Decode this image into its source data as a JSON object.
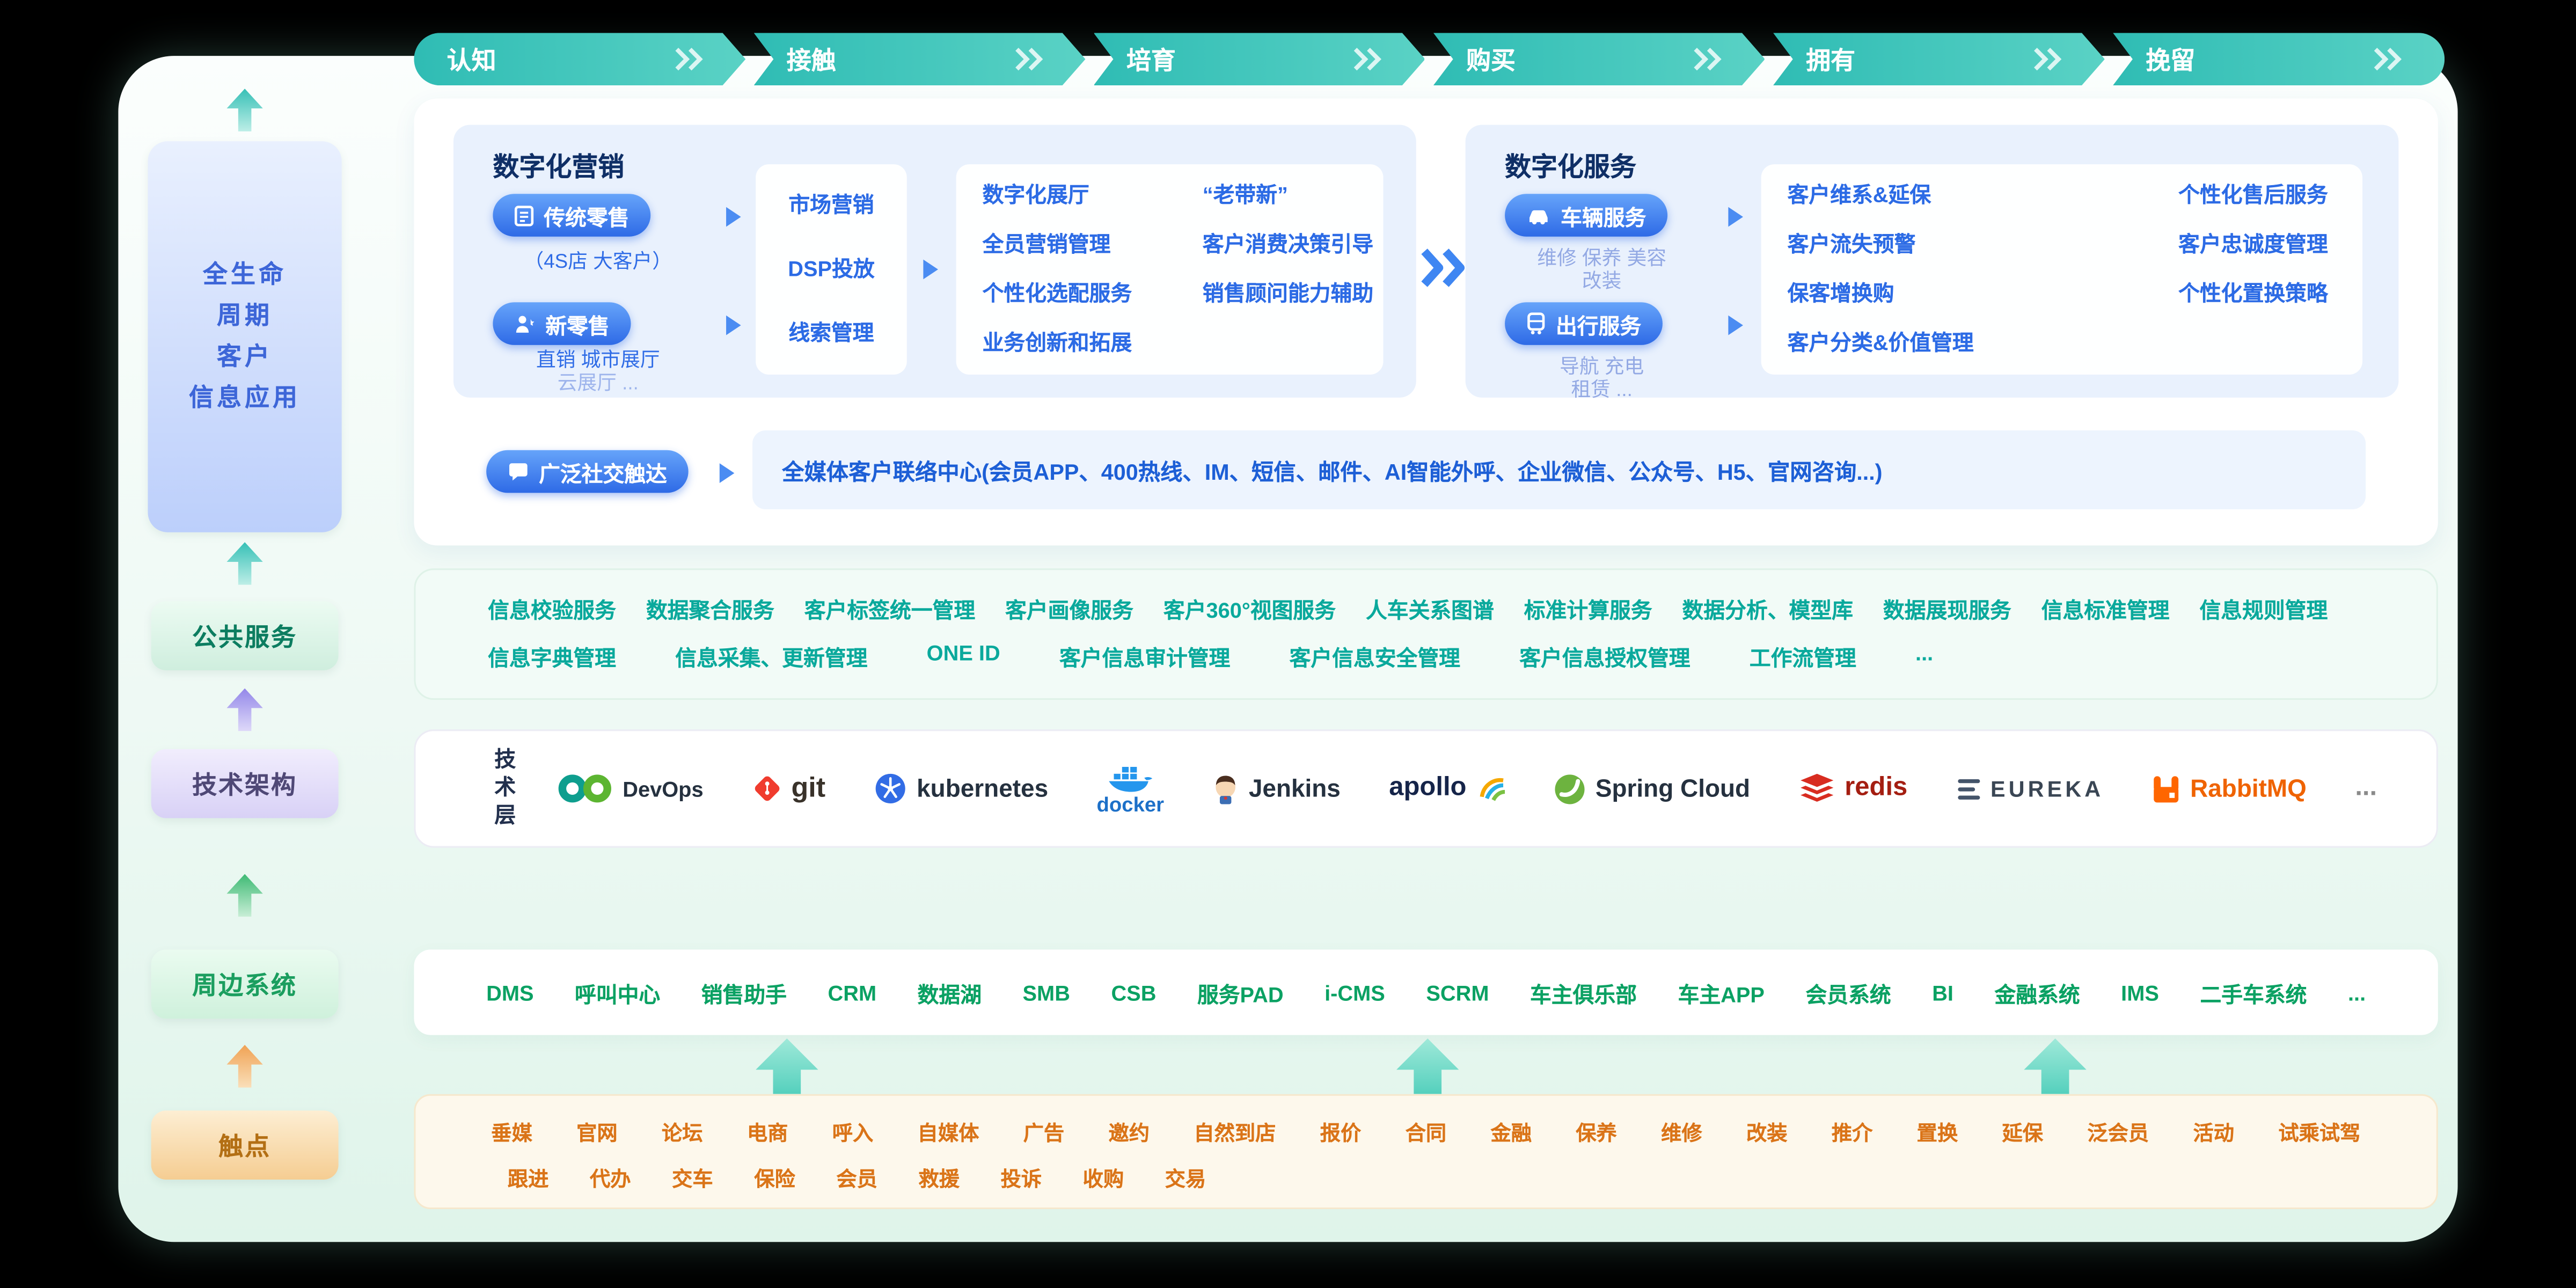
{
  "journey": {
    "stages": [
      "认知",
      "接触",
      "培育",
      "购买",
      "拥有",
      "挽留"
    ]
  },
  "sidebar": {
    "lifecycle_lines": [
      "全生命",
      "周期",
      "客户",
      "信息应用"
    ],
    "public_services": "公共服务",
    "tech_architecture": "技术架构",
    "peripheral_systems": "周边系统",
    "touchpoints": "触点"
  },
  "marketing": {
    "title": "数字化营销",
    "traditional_retail": "传统零售",
    "traditional_retail_sub": "（4S店 大客户）",
    "new_retail": "新零售",
    "new_retail_sub1": "直销 城市展厅",
    "new_retail_sub2": "云展厅 ...",
    "funnel_box": [
      "市场营销",
      "DSP投放",
      "线索管理"
    ],
    "capability_col1": [
      "数字化展厅",
      "全员营销管理",
      "个性化选配服务",
      "业务创新和拓展"
    ],
    "capability_col2": [
      "“老带新”",
      "客户消费决策引导",
      "销售顾问能力辅助"
    ]
  },
  "services": {
    "title": "数字化服务",
    "vehicle_service": "车辆服务",
    "vehicle_sub1": "维修 保养 美容",
    "vehicle_sub2": "改装",
    "travel_service": "出行服务",
    "travel_sub1": "导航 充电",
    "travel_sub2": "租赁 ...",
    "capability_col1": [
      "客户维系&延保",
      "客户流失预警",
      "保客增换购",
      "客户分类&价值管理"
    ],
    "capability_col2": [
      "个性化售后服务",
      "客户忠诚度管理",
      "个性化置换策略"
    ]
  },
  "social": {
    "pill": "广泛社交触达",
    "center_text": "全媒体客户联络中心(会员APP、400热线、IM、短信、邮件、AI智能外呼、企业微信、公众号、H5、官网咨询...)"
  },
  "public_service_items": {
    "row1": [
      "信息校验服务",
      "数据聚合服务",
      "客户标签统一管理",
      "客户画像服务",
      "客户360°视图服务",
      "人车关系图谱",
      "标准计算服务",
      "数据分析、模型库",
      "数据展现服务",
      "信息标准管理",
      "信息规则管理"
    ],
    "row2": [
      "信息字典管理",
      "信息采集、更新管理",
      "ONE ID",
      "客户信息审计管理",
      "客户信息安全管理",
      "客户信息授权管理",
      "工作流管理",
      "..."
    ]
  },
  "tech_layer": {
    "label": "技术层",
    "items": [
      "DevOps",
      "git",
      "kubernetes",
      "docker",
      "Jenkins",
      "apollo",
      "Spring Cloud",
      "redis",
      "EUREKA",
      "RabbitMQ",
      "..."
    ]
  },
  "peripheral": {
    "items": [
      "DMS",
      "呼叫中心",
      "销售助手",
      "CRM",
      "数据湖",
      "SMB",
      "CSB",
      "服务PAD",
      "i-CMS",
      "SCRM",
      "车主俱乐部",
      "车主APP",
      "会员系统",
      "BI",
      "金融系统",
      "IMS",
      "二手车系统",
      "..."
    ]
  },
  "touchpoint_items": {
    "row1": [
      "垂媒",
      "官网",
      "论坛",
      "电商",
      "呼入",
      "自媒体",
      "广告",
      "邀约",
      "自然到店",
      "报价",
      "合同",
      "金融",
      "保养",
      "维修",
      "改装",
      "推介",
      "置换",
      "延保",
      "泛会员",
      "活动",
      "试乘试驾"
    ],
    "row2": [
      "跟进",
      "代办",
      "交车",
      "保险",
      "会员",
      "救援",
      "投诉",
      "收购",
      "交易"
    ]
  },
  "colors": {
    "journey_teal": "#35bfb6",
    "pill_blue": "#2e6ae6",
    "blue_text": "#2c6be5",
    "teal_text": "#0aa99c",
    "green_text": "#0ba163",
    "orange_text": "#da7418",
    "panel_blue_bg": "#e9f1fd"
  }
}
